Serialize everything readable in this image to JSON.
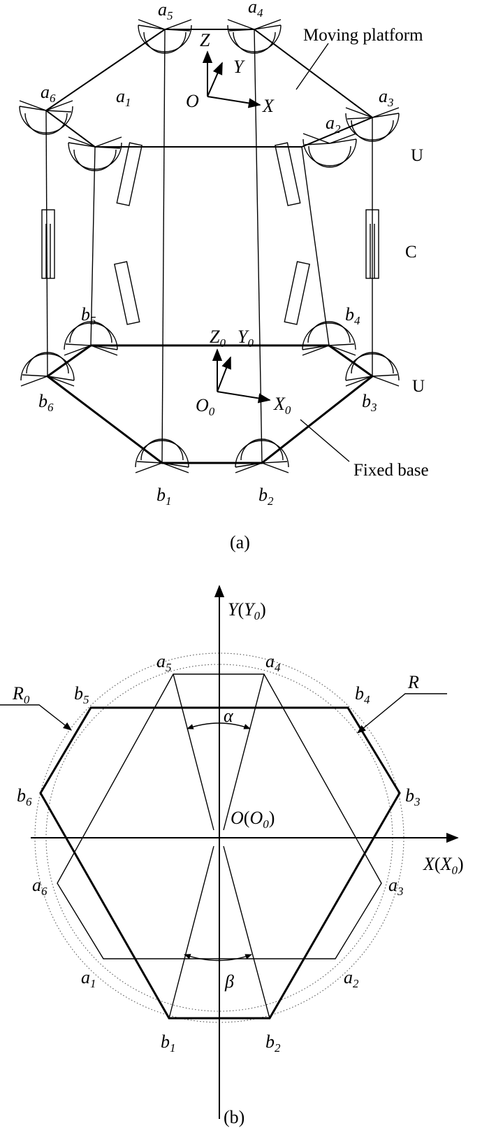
{
  "figure_a": {
    "caption": "(a)",
    "moving_platform_label": "Moving platform",
    "fixed_base_label": "Fixed base",
    "joint_U_top": "U",
    "joint_C": "C",
    "joint_U_bottom": "U",
    "platform_frame": {
      "z": "Z",
      "y": "Y",
      "x": "X",
      "o": "O"
    },
    "base_frame": {
      "z": "Z",
      "y": "Y",
      "x": "X",
      "o": "O",
      "sub": "0"
    },
    "platform_points": [
      {
        "letter": "a",
        "sub": "1"
      },
      {
        "letter": "a",
        "sub": "2"
      },
      {
        "letter": "a",
        "sub": "3"
      },
      {
        "letter": "a",
        "sub": "4"
      },
      {
        "letter": "a",
        "sub": "5"
      },
      {
        "letter": "a",
        "sub": "6"
      }
    ],
    "base_points": [
      {
        "letter": "b",
        "sub": "1"
      },
      {
        "letter": "b",
        "sub": "2"
      },
      {
        "letter": "b",
        "sub": "3"
      },
      {
        "letter": "b",
        "sub": "4"
      },
      {
        "letter": "b",
        "sub": "5"
      },
      {
        "letter": "b",
        "sub": "6"
      }
    ]
  },
  "figure_b": {
    "caption": "(b)",
    "y_axis": {
      "main": "Y",
      "paren_main": "Y",
      "sub": "0"
    },
    "x_axis": {
      "main": "X",
      "paren_main": "X",
      "sub": "0"
    },
    "origin": {
      "main": "O",
      "paren_main": "O",
      "sub": "0"
    },
    "alpha": "α",
    "beta": "β",
    "R": "R",
    "R0": {
      "main": "R",
      "sub": "0"
    },
    "platform_points": [
      {
        "letter": "a",
        "sub": "1"
      },
      {
        "letter": "a",
        "sub": "2"
      },
      {
        "letter": "a",
        "sub": "3"
      },
      {
        "letter": "a",
        "sub": "4"
      },
      {
        "letter": "a",
        "sub": "5"
      },
      {
        "letter": "a",
        "sub": "6"
      }
    ],
    "base_points": [
      {
        "letter": "b",
        "sub": "1"
      },
      {
        "letter": "b",
        "sub": "2"
      },
      {
        "letter": "b",
        "sub": "3"
      },
      {
        "letter": "b",
        "sub": "4"
      },
      {
        "letter": "b",
        "sub": "5"
      },
      {
        "letter": "b",
        "sub": "6"
      }
    ]
  }
}
